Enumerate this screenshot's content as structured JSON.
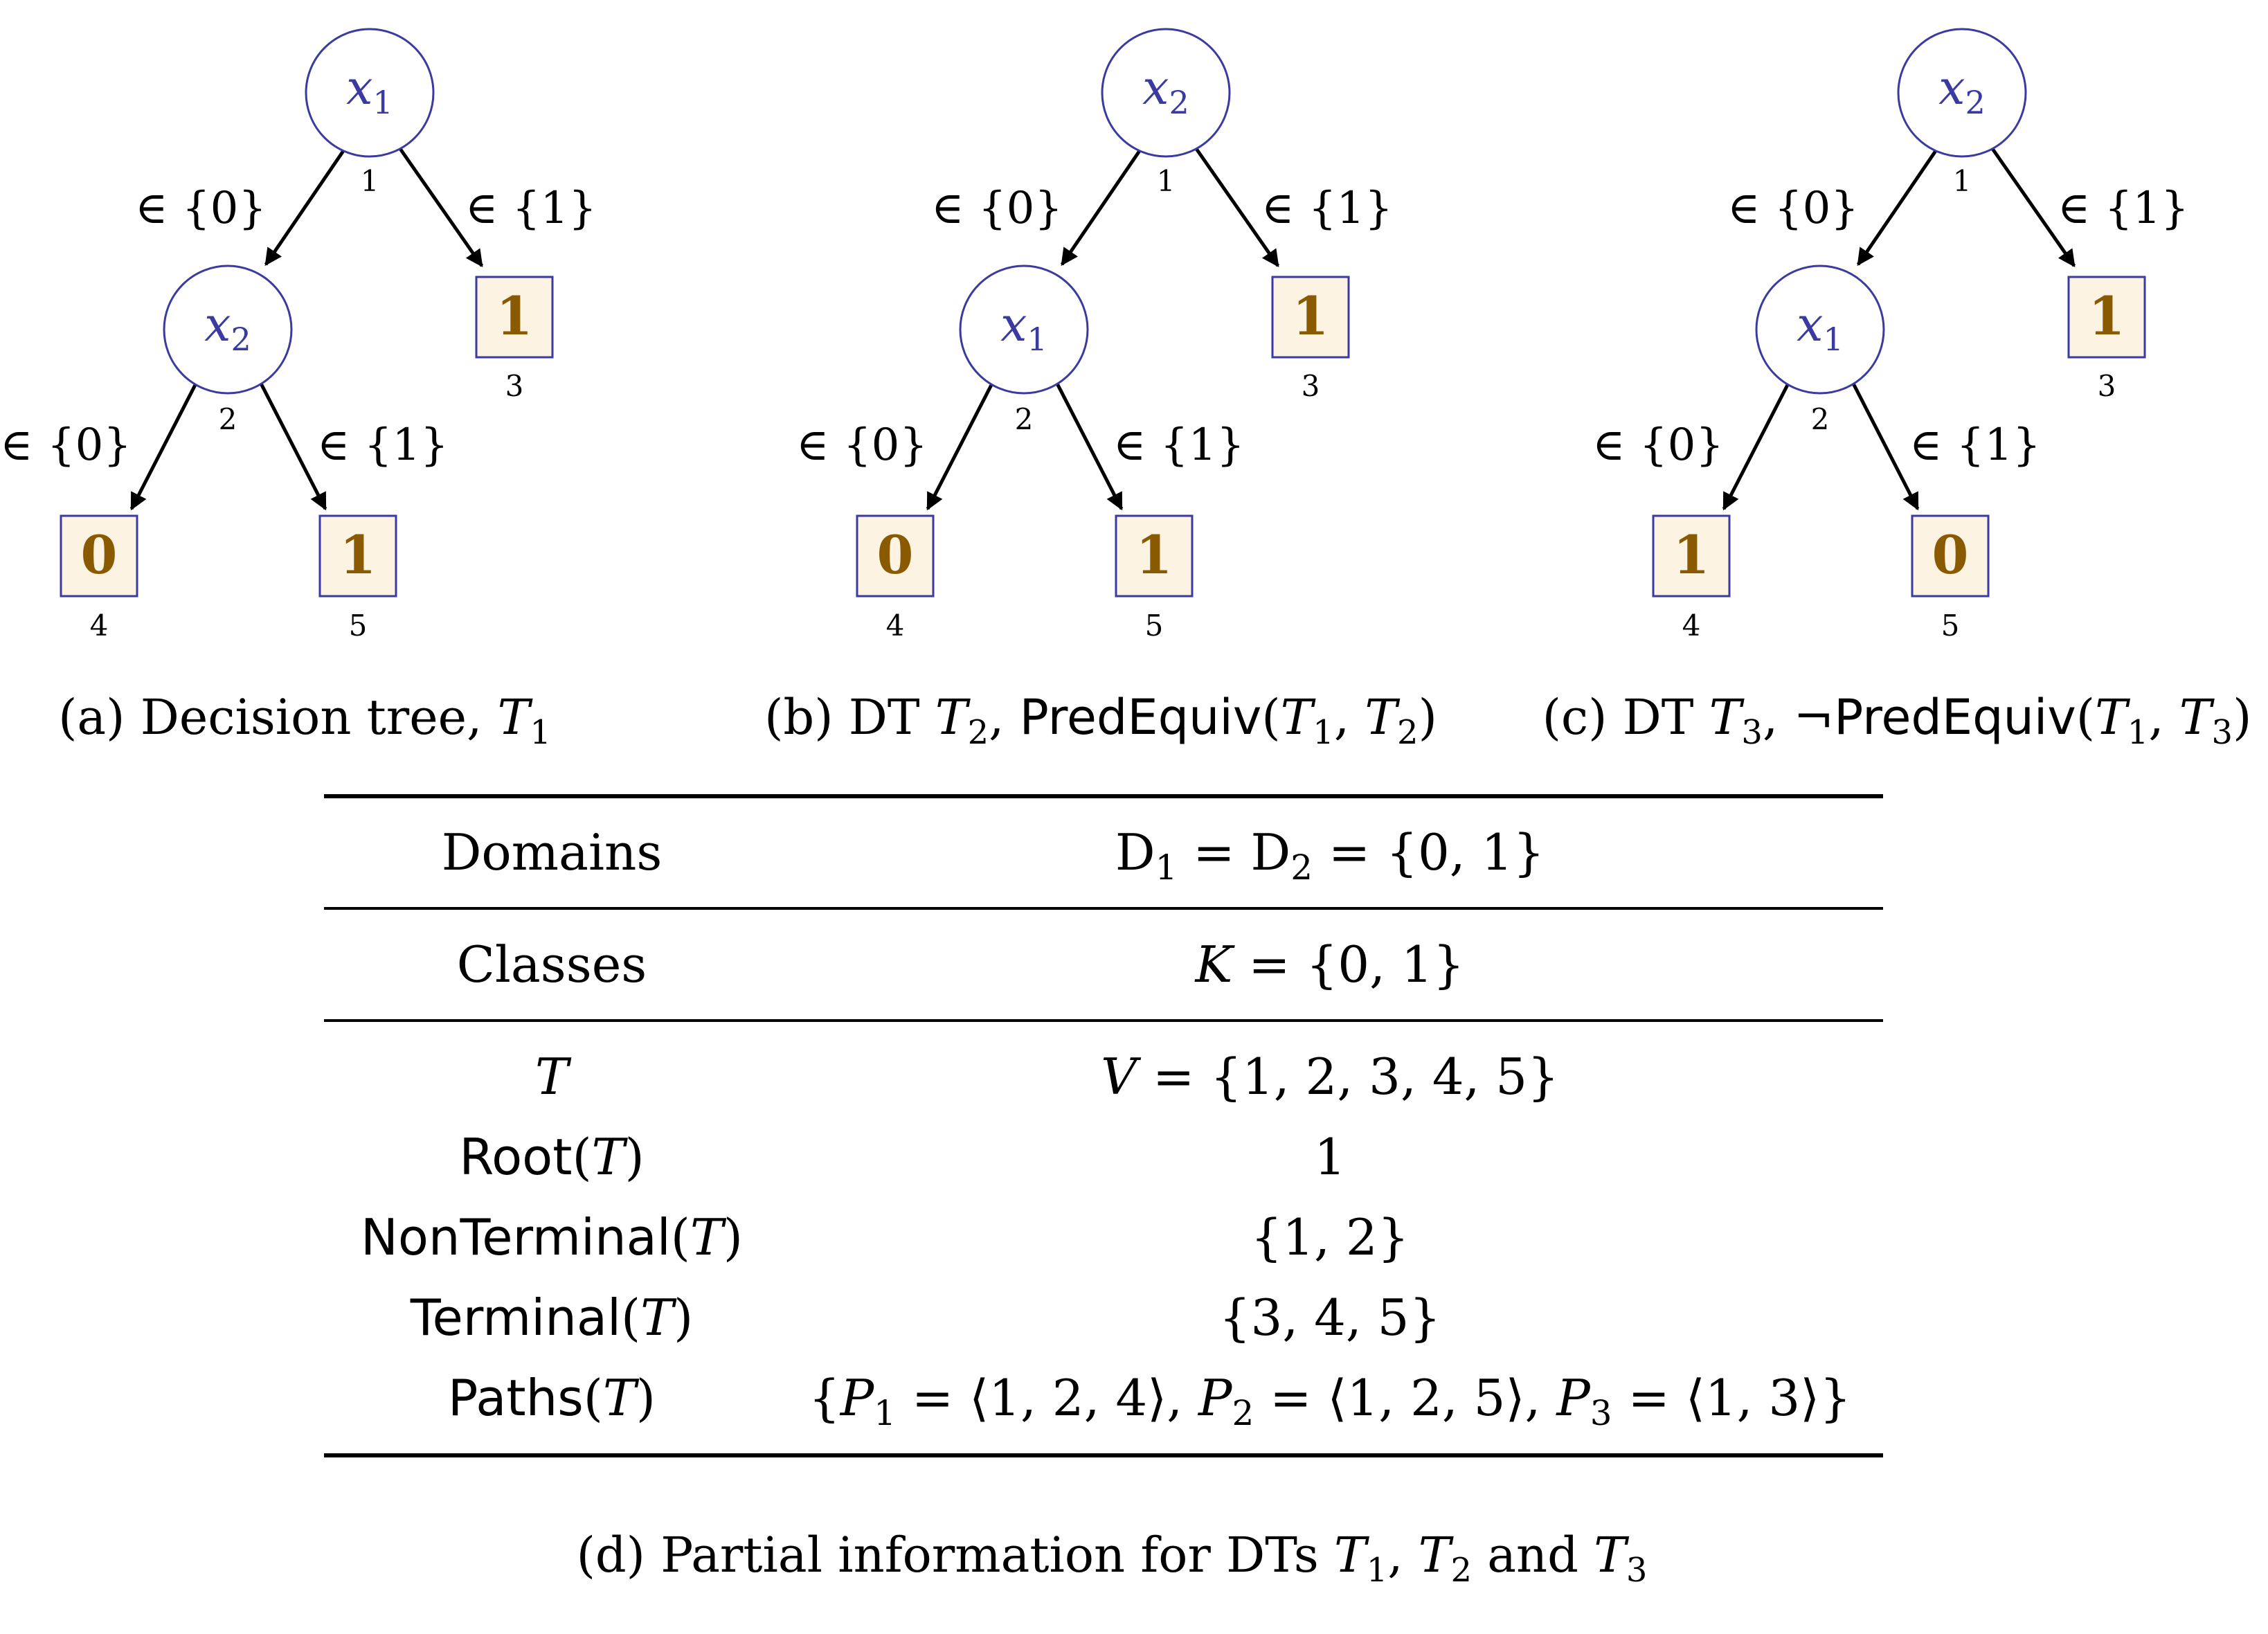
{
  "colors": {
    "var": "#3a3aa0",
    "leaf_text": "#8a5a00",
    "leaf_fill": "#fdf3e3",
    "leaf_stroke": "#3a3aa0",
    "edge": "#000000",
    "rule": "#000000"
  },
  "edge_labels": {
    "zero": "∈ {0}",
    "one": "∈ {1}"
  },
  "trees": [
    {
      "root": {
        "var": "x",
        "sub": "1",
        "id": "1"
      },
      "inner": {
        "var": "x",
        "sub": "2",
        "id": "2"
      },
      "leaf_right": {
        "value": "1",
        "id": "3"
      },
      "leaf_left": {
        "value": "0",
        "id": "4"
      },
      "leaf_mid": {
        "value": "1",
        "id": "5"
      }
    },
    {
      "root": {
        "var": "x",
        "sub": "2",
        "id": "1"
      },
      "inner": {
        "var": "x",
        "sub": "1",
        "id": "2"
      },
      "leaf_right": {
        "value": "1",
        "id": "3"
      },
      "leaf_left": {
        "value": "0",
        "id": "4"
      },
      "leaf_mid": {
        "value": "1",
        "id": "5"
      }
    },
    {
      "root": {
        "var": "x",
        "sub": "2",
        "id": "1"
      },
      "inner": {
        "var": "x",
        "sub": "1",
        "id": "2"
      },
      "leaf_right": {
        "value": "1",
        "id": "3"
      },
      "leaf_left": {
        "value": "1",
        "id": "4"
      },
      "leaf_mid": {
        "value": "0",
        "id": "5"
      }
    }
  ],
  "captions": {
    "a": {
      "prefix": "(a) Decision tree, ",
      "t": "T",
      "sub": "1"
    },
    "b": {
      "prefix": "(b) DT ",
      "t": "T",
      "sub": "2",
      "comma": ", ",
      "fn": "PredEquiv",
      "open": "(",
      "t1": "T",
      "sub1": "1",
      "sep": ", ",
      "t2": "T",
      "sub2": "2",
      "close": ")"
    },
    "c": {
      "prefix": "(c) DT ",
      "t": "T",
      "sub": "3",
      "comma": ", ",
      "neg": "¬",
      "fn": "PredEquiv",
      "open": "(",
      "t1": "T",
      "sub1": "1",
      "sep": ", ",
      "t2": "T",
      "sub2": "3",
      "close": ")"
    },
    "d": {
      "prefix": "(d) Partial information for DTs ",
      "t1": "T",
      "sub1": "1",
      "sep": ", ",
      "t2": "T",
      "sub2": "2",
      "and": " and ",
      "t3": "T",
      "sub3": "3"
    }
  },
  "table": {
    "domains": {
      "label": "Domains",
      "d1": "D",
      "s1": "1",
      "eq1": " = ",
      "d2": "D",
      "s2": "2",
      "eq2": " = {0, 1}"
    },
    "classes": {
      "label": "Classes",
      "k": "K",
      "rest": " = {0, 1}"
    },
    "tree": {
      "label": "T",
      "v": "V",
      "rest": " = {1, 2, 3, 4, 5}"
    },
    "root": {
      "fn": "Root",
      "open": "(",
      "t": "T",
      "close": ")",
      "value": "1"
    },
    "nonterminal": {
      "fn": "NonTerminal",
      "open": "(",
      "t": "T",
      "close": ")",
      "value": "{1, 2}"
    },
    "terminal": {
      "fn": "Terminal",
      "open": "(",
      "t": "T",
      "close": ")",
      "value": "{3, 4, 5}"
    },
    "paths": {
      "fn": "Paths",
      "open": "(",
      "t": "T",
      "close": ")",
      "lb": "{",
      "p1": "P",
      "s1": "1",
      "v1": " = ⟨1, 2, 4⟩, ",
      "p2": "P",
      "s2": "2",
      "v2": " = ⟨1, 2, 5⟩, ",
      "p3": "P",
      "s3": "3",
      "v3": " = ⟨1, 3⟩",
      "rb": "}"
    }
  }
}
